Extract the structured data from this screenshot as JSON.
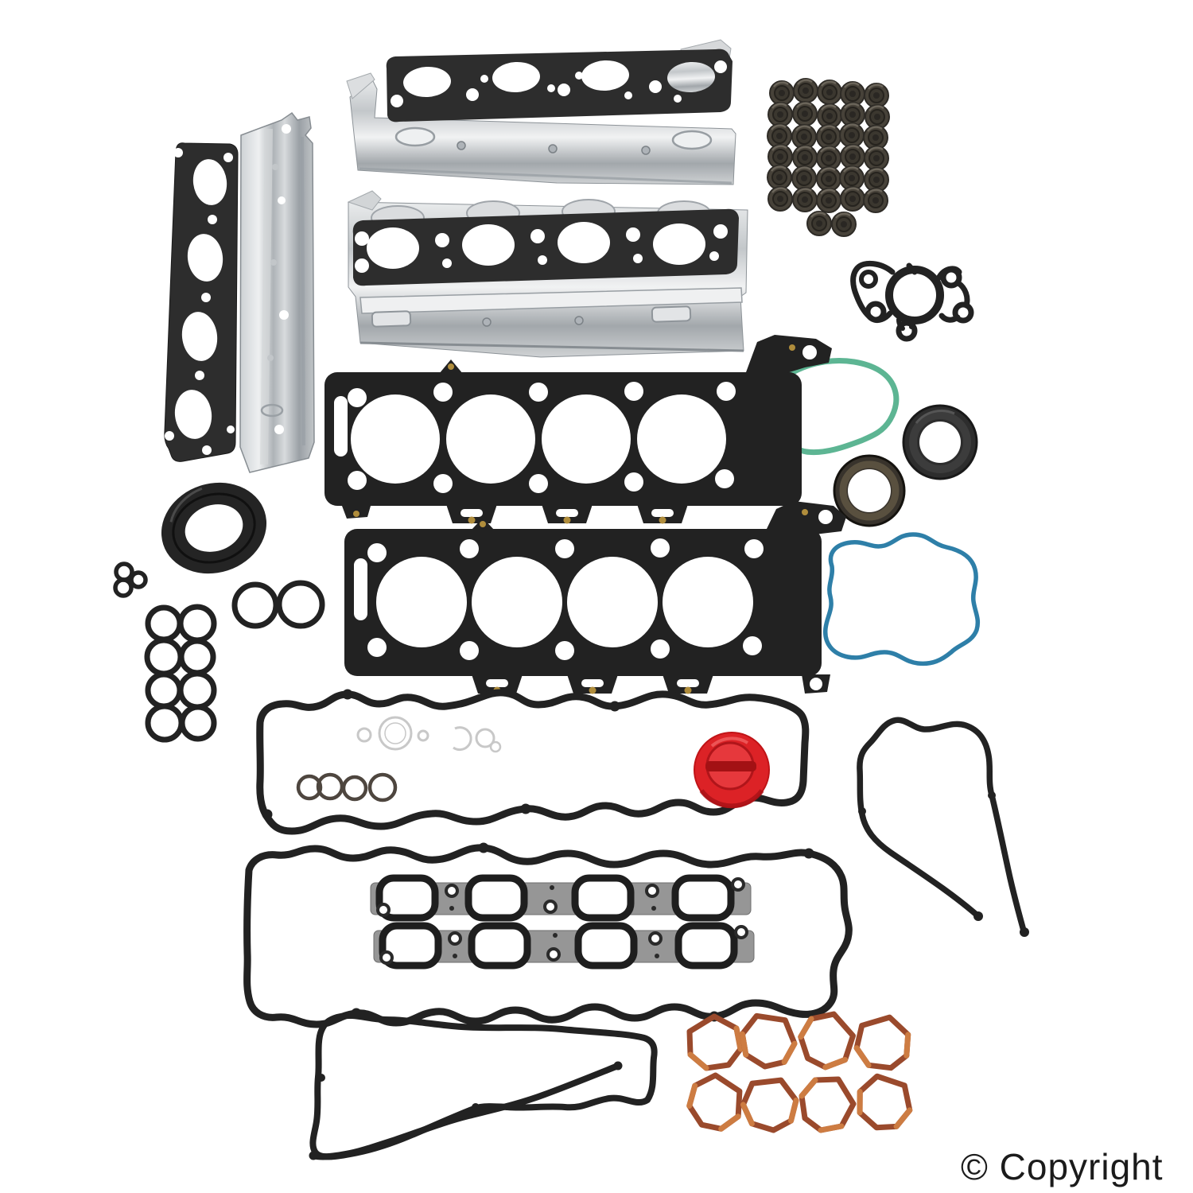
{
  "page": {
    "background": "#ffffff"
  },
  "watermark": {
    "text": "© Copyright"
  },
  "palette": {
    "rubber_black": "#222222",
    "gasket_graphite": "#2d2d2d",
    "chrome_light": "#eef0f1",
    "chrome_mid": "#b4b9bd",
    "chrome_dark": "#9aa0a5",
    "seal_gray": "#474239",
    "green_oring": "#5db593",
    "blue_gasket": "#2e7fa8",
    "red_cap": "#dc2226",
    "red_cap_dark": "#a31114",
    "copper_ring": "#9a4a2c",
    "copper_light": "#cd7c42",
    "gold_rivet": "#b08d3c",
    "ghost_gray": "#c8c8c8",
    "text_color": "#1b1b1b"
  },
  "product": {
    "description": "cylinder-head-gasket-set-product-photo",
    "parts": [
      {
        "name": "exhaust-manifold-gasket-with-heat-shield-left",
        "count": 1
      },
      {
        "name": "exhaust-manifold-gasket-with-heat-shield-top",
        "count": 1
      },
      {
        "name": "exhaust-manifold-gasket-with-heat-shield-middle",
        "count": 1
      },
      {
        "name": "valve-stem-seal",
        "count": 32
      },
      {
        "name": "water-pump-gasket",
        "count": 1
      },
      {
        "name": "green-o-ring",
        "count": 1
      },
      {
        "name": "round-shaft-seal",
        "count": 2
      },
      {
        "name": "blue-outline-gasket",
        "count": 1
      },
      {
        "name": "cylinder-head-gasket",
        "count": 2
      },
      {
        "name": "front-crankshaft-seal",
        "count": 1
      },
      {
        "name": "small-o-ring",
        "count": 3
      },
      {
        "name": "medium-o-ring",
        "count": 2
      },
      {
        "name": "grid-o-ring",
        "count": 8
      },
      {
        "name": "valve-cover-gasket",
        "count": 2
      },
      {
        "name": "slim-o-ring",
        "count": 4
      },
      {
        "name": "ghost-gasket-outline",
        "count": 2
      },
      {
        "name": "red-oil-filler-cap",
        "count": 1
      },
      {
        "name": "intake-manifold-gasket-strip",
        "count": 2
      },
      {
        "name": "timing-cover-gasket",
        "count": 2
      },
      {
        "name": "copper-exhaust-ring",
        "count": 8
      }
    ]
  }
}
